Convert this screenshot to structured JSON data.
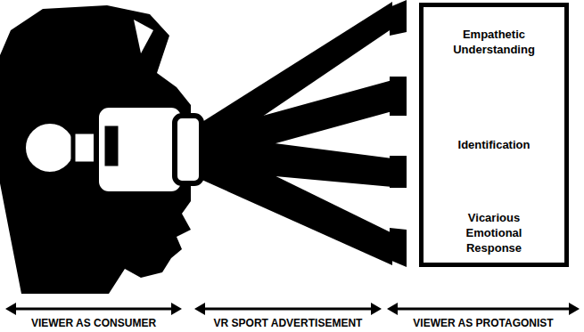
{
  "diagram": {
    "nodes": [
      {
        "text": [
          "Empathetic Understanding",
          "Identification",
          "Vicarious Emotional Response"
        ]
      }
    ],
    "labels": [
      "VIEWER AS CONSUMER",
      "VR SPORT ADVERTISEMENT",
      "VIEWER AS PROTAGONIST"
    ]
  }
}
